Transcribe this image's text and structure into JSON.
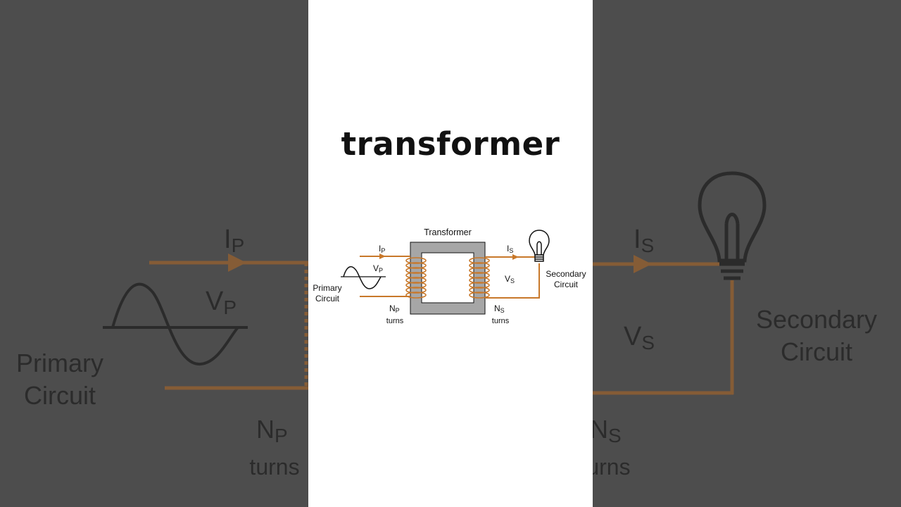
{
  "title": "transformer",
  "diagram": {
    "core_label": "Transformer",
    "primary_current": {
      "main": "I",
      "sub": "P"
    },
    "primary_voltage": {
      "main": "V",
      "sub": "P"
    },
    "primary_circuit": [
      "Primary",
      "Circuit"
    ],
    "primary_turns": {
      "main": "N",
      "sub": "P",
      "word": "turns"
    },
    "secondary_current": {
      "main": "I",
      "sub": "S"
    },
    "secondary_voltage": {
      "main": "V",
      "sub": "S"
    },
    "secondary_circuit": [
      "Secondary",
      "Circuit"
    ],
    "secondary_turns": {
      "main": "N",
      "sub": "S",
      "word": "turns"
    }
  },
  "colors": {
    "wire": "#c8782a",
    "core": "#a6a6a6",
    "background_side": "#4d4d4d",
    "panel": "#ffffff"
  }
}
